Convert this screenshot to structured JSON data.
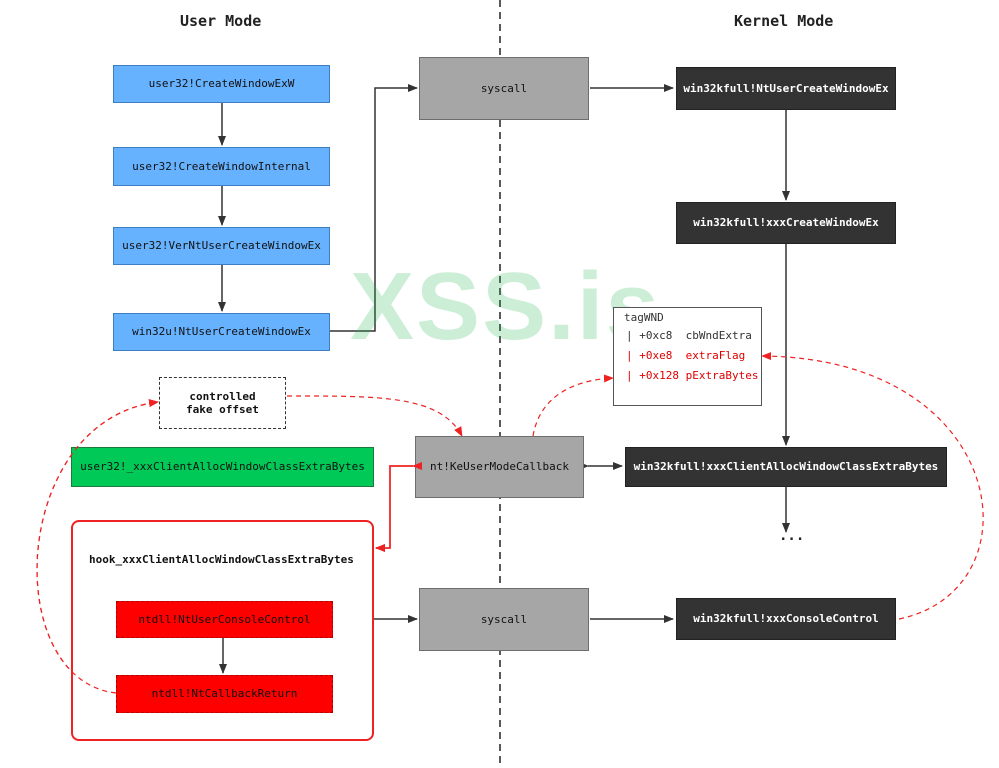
{
  "headings": {
    "user": "User Mode",
    "kernel": "Kernel Mode"
  },
  "watermark": "XSS.is",
  "user_chain": [
    "user32!CreateWindowExW",
    "user32!CreateWindowInternal",
    "user32!VerNtUserCreateWindowEx",
    "win32u!NtUserCreateWindowEx"
  ],
  "syscall_label": "syscall",
  "callback_label": "nt!KeUserModeCallback",
  "kernel": {
    "nt_create": "win32kfull!NtUserCreateWindowEx",
    "xxx_create": "win32kfull!xxxCreateWindowEx",
    "alloc_extra": "win32kfull!xxxClientAllocWindowClassExtraBytes",
    "ellipsis": "...",
    "console": "win32kfull!xxxConsoleControl"
  },
  "tagwnd": {
    "title": "tagWND",
    "fields": [
      {
        "text": "| +0xc8  cbWndExtra",
        "color": "#333333"
      },
      {
        "text": "| +0xe8  extraFlag",
        "color": "#e00000"
      },
      {
        "text": "| +0x128 pExtraBytes",
        "color": "#e00000"
      }
    ]
  },
  "controlled": {
    "line1": "controlled",
    "line2": "fake offset"
  },
  "user_alloc": "user32!_xxxClientAllocWindowClassExtraBytes",
  "hook": {
    "title": "hook_xxxClientAllocWindowClassExtraBytes",
    "console": "ntdll!NtUserConsoleControl",
    "callback_return": "ntdll!NtCallbackReturn"
  }
}
